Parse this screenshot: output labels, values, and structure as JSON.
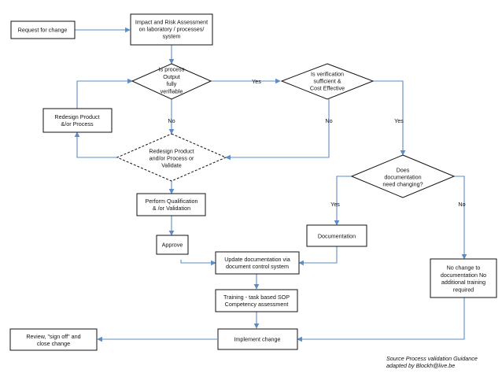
{
  "colors": {
    "arrow": "#5b8cc6",
    "border": "#111111",
    "background": "#ffffff"
  },
  "nodes": {
    "request": [
      "Request for change"
    ],
    "impact": [
      "Impact and Risk Assessment",
      "on laboratory / processes/",
      "system"
    ],
    "output_verifiable": [
      "Is process",
      "Output",
      "fully",
      "verifiable"
    ],
    "verification": [
      "Is verification",
      "sufficient &",
      "Cost Effective"
    ],
    "redesign_box": [
      "Redesign Product",
      "&/or Process"
    ],
    "redesign_diamond": [
      "Redesign Product",
      "and/or Process or",
      "Validate"
    ],
    "doc_change": [
      "Does",
      "documentation",
      "need changing?"
    ],
    "qualification": [
      "Perform Qualification",
      "& /or Validation"
    ],
    "documentation": [
      "Documentation"
    ],
    "approve": [
      "Approve"
    ],
    "update_doc": [
      "Update documentation via",
      "document control system"
    ],
    "no_change": [
      "No change to",
      "documentation No",
      "additional training",
      "required"
    ],
    "training": [
      "Training - task based SOP",
      "Competency assessment"
    ],
    "implement": [
      "Implement change"
    ],
    "review": [
      "Review, \"sign off\" and",
      "close change"
    ]
  },
  "edge_labels": {
    "yes_1": "Yes",
    "no_1": "No",
    "no_2": "No",
    "yes_2": "Yes",
    "yes_3": "Yes",
    "no_3": "No"
  },
  "source_note": [
    "Source Process validation Guidance",
    "adapted by Blockh@live.be"
  ]
}
